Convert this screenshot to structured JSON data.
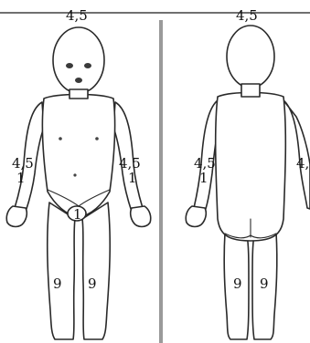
{
  "colors": {
    "outline": "#2a2a2a",
    "divider": "#9a9a9a",
    "background": "#ffffff",
    "text": "#111111"
  },
  "front": {
    "head": "4,5",
    "right_arm": "4,5",
    "left_arm": "4,5",
    "right_hand": "1",
    "left_hand": "1",
    "genital": "1",
    "right_leg": "9",
    "left_leg": "9"
  },
  "back": {
    "head": "4,5",
    "left_arm": "4,5",
    "right_arm_partial": "4,",
    "left_hand": "1",
    "right_leg": "9",
    "left_leg": "9"
  }
}
